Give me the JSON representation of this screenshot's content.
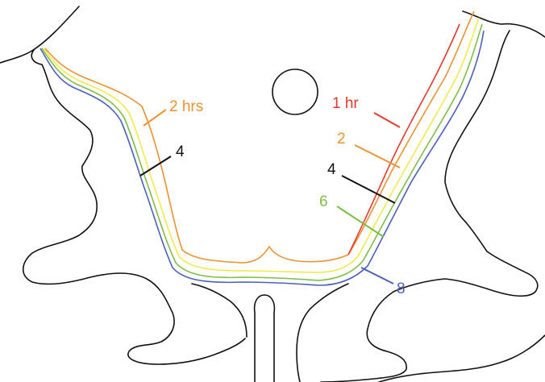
{
  "colors": {
    "outline": "#111111",
    "hr1": "#e8392c",
    "hr2": "#f0922e",
    "hr4_line": "#111111",
    "hr4_yellow": "#f3ea4a",
    "hr6": "#7cbf45",
    "hr8": "#4a5fc1"
  },
  "labels": {
    "left_2hrs": "2 hrs",
    "left_4": "4",
    "right_1hr": "1 hr",
    "right_2": "2",
    "right_4": "4",
    "right_6": "6",
    "right_8": "8"
  }
}
